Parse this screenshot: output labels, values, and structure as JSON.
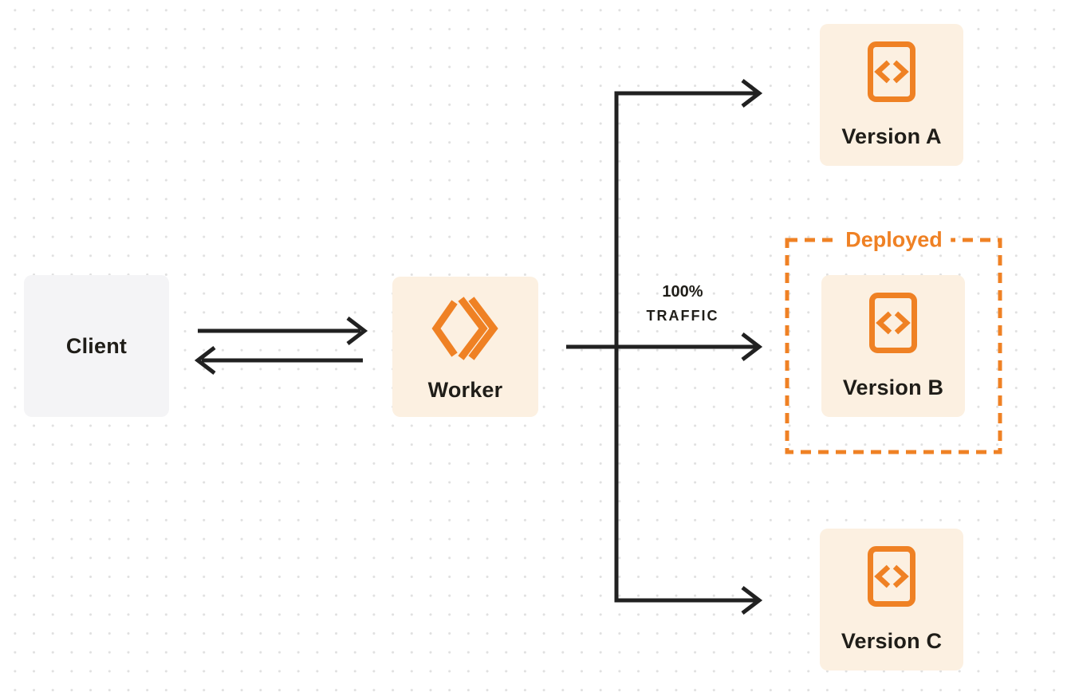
{
  "diagram": {
    "client": {
      "label": "Client"
    },
    "worker": {
      "label": "Worker"
    },
    "traffic_label": {
      "line1": "100%",
      "line2": "TRAFFIC"
    },
    "deployed_label": "Deployed",
    "versions": [
      {
        "label": "Version A"
      },
      {
        "label": "Version B"
      },
      {
        "label": "Version C"
      }
    ]
  },
  "icons": {
    "worker": "workers-double-chevron-icon",
    "version": "code-file-icon"
  },
  "colors": {
    "orange": "#EF8124",
    "cream": "#FCF0E1",
    "client-box": "#F4F4F6",
    "line": "#212121",
    "text": "#1F1D18",
    "dot": "#E0E0E0",
    "page-bg": "#FFFFFF"
  }
}
